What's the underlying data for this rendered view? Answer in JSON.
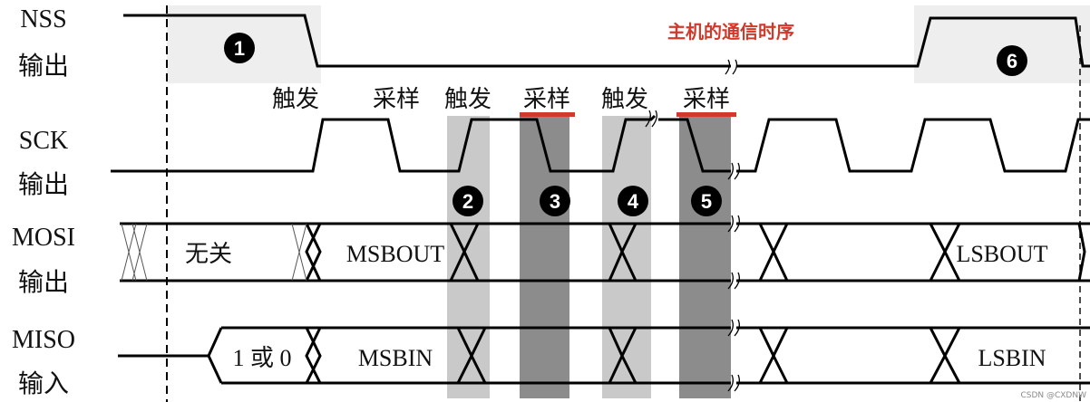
{
  "title": "主机的通信时序",
  "colors": {
    "title": "#d0392b",
    "underline": "#d0392b",
    "band_light": "#c9c9c9",
    "band_dark": "#8c8c8c",
    "nss_bg": "#eeeeee",
    "marker": "#000000"
  },
  "signals": {
    "nss": {
      "name": "NSS",
      "dir": "输出"
    },
    "sck": {
      "name": "SCK",
      "dir": "输出"
    },
    "mosi": {
      "name": "MOSI",
      "dir": "输出"
    },
    "miso": {
      "name": "MISO",
      "dir": "输入"
    }
  },
  "phases": [
    "触发",
    "采样",
    "触发",
    "采样",
    "触发",
    "采样"
  ],
  "mosi_cells": [
    "无关",
    "MSBOUT",
    "LSBOUT"
  ],
  "miso_cells": [
    "1 或 0",
    "MSBIN",
    "LSBIN"
  ],
  "markers": [
    "1",
    "2",
    "3",
    "4",
    "5",
    "6"
  ],
  "watermark": "CSDN @CXDNW"
}
